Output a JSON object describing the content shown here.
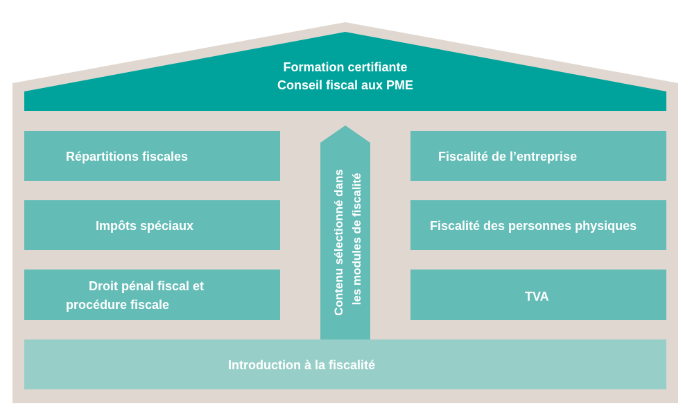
{
  "roof": {
    "line1": "Formation certifiante",
    "line2": "Conseil fiscal aux PME"
  },
  "left_pillars": [
    {
      "label": "Répartitions fiscales"
    },
    {
      "label": "Impôts spéciaux"
    },
    {
      "label": "Droit pénal fiscal et",
      "label2": "procédure fiscale"
    }
  ],
  "right_pillars": [
    {
      "label": "Fiscalité de l’entreprise"
    },
    {
      "label": "Fiscalité des personnes physiques"
    },
    {
      "label": "TVA"
    }
  ],
  "arrow": {
    "line1": "Contenu sélectionné dans",
    "line2": "les modules de fiscalité"
  },
  "foundation": {
    "label": "Introduction à la fiscalité"
  },
  "colors": {
    "house": "#e0d8d0",
    "roof": "#00a39b",
    "pillar": "#63bcb6",
    "foundation": "#97cfc8"
  }
}
